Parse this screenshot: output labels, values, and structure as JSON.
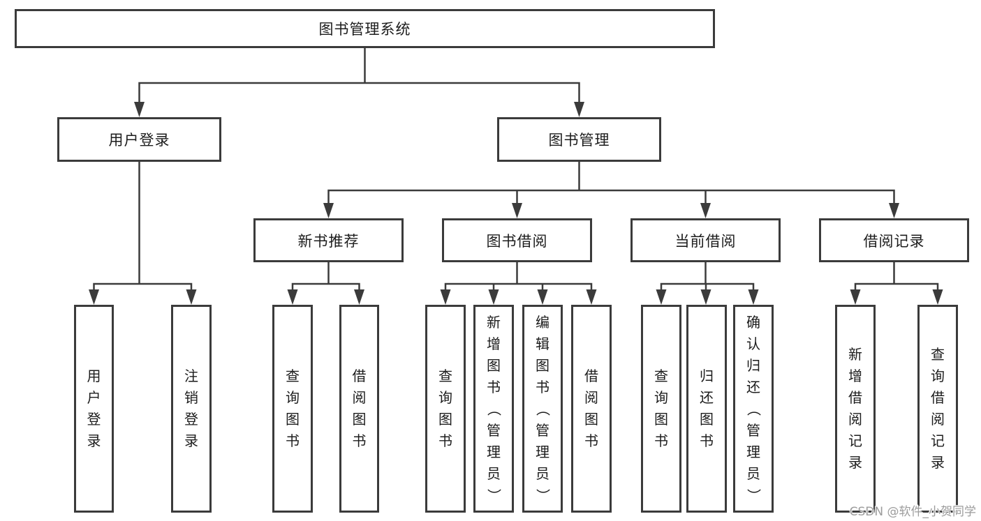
{
  "diagram": {
    "title": "图书管理系统",
    "colors": {
      "line": "#3b3b3b",
      "text": "#1c1c1c",
      "background": "#ffffff",
      "watermark": "#9c9c9c"
    },
    "tree": {
      "label": "图书管理系统",
      "children": [
        {
          "label": "用户登录",
          "children": [
            {
              "label": "用户登录"
            },
            {
              "label": "注销登录"
            }
          ]
        },
        {
          "label": "图书管理",
          "children": [
            {
              "label": "新书推荐",
              "children": [
                {
                  "label": "查询图书"
                },
                {
                  "label": "借阅图书"
                }
              ]
            },
            {
              "label": "图书借阅",
              "children": [
                {
                  "label": "查询图书"
                },
                {
                  "label": "新增图书（管理员）"
                },
                {
                  "label": "编辑图书（管理员）"
                },
                {
                  "label": "借阅图书"
                }
              ]
            },
            {
              "label": "当前借阅",
              "children": [
                {
                  "label": "查询图书"
                },
                {
                  "label": "归还图书"
                },
                {
                  "label": "确认归还（管理员）"
                }
              ]
            },
            {
              "label": "借阅记录",
              "children": [
                {
                  "label": "新增借阅记录"
                },
                {
                  "label": "查询借阅记录"
                }
              ]
            }
          ]
        }
      ]
    }
  },
  "watermark": "CSDN @软件_小贺同学"
}
